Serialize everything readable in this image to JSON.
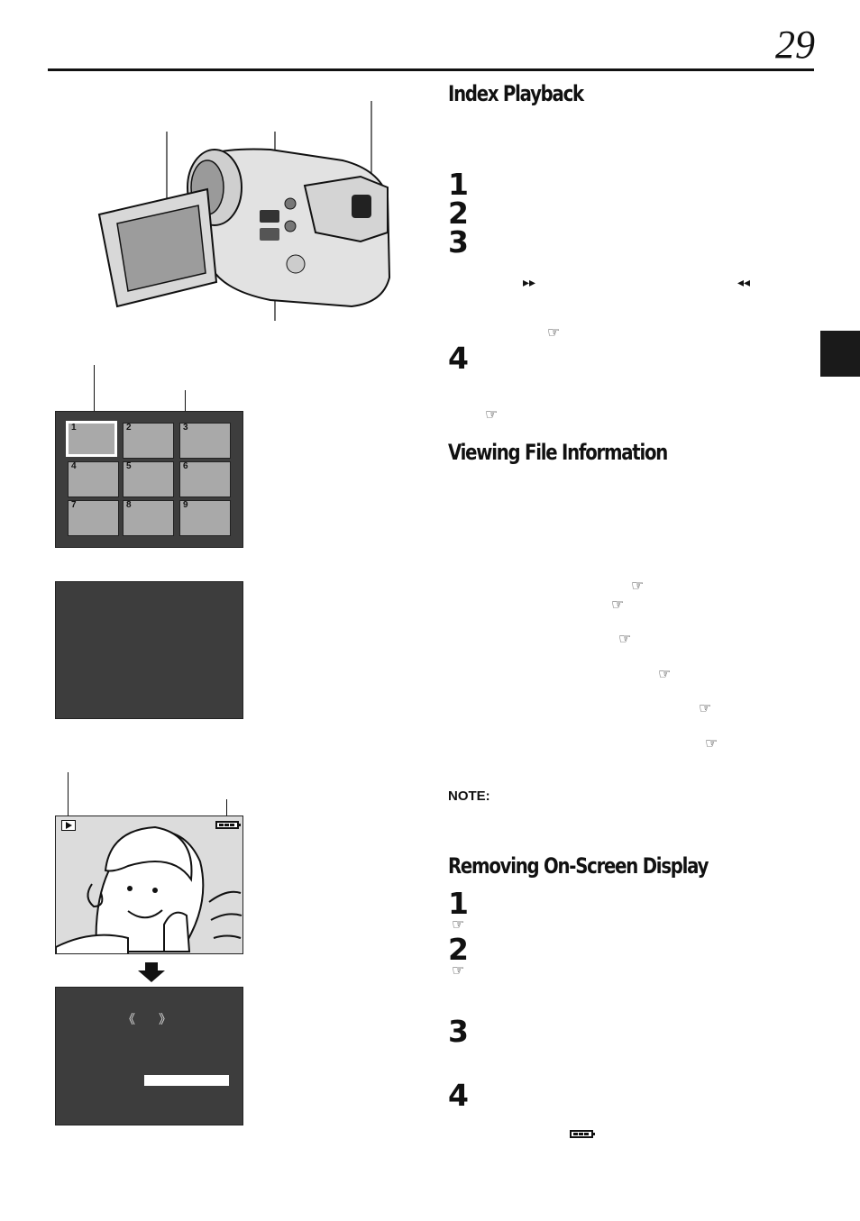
{
  "page": {
    "number": "29"
  },
  "sections": {
    "index_playback": {
      "title": "Index Playback"
    },
    "viewing_file_info": {
      "title": "Viewing File Information"
    },
    "removing_osd": {
      "title": "Removing On-Screen Display"
    }
  },
  "steps": {
    "index": [
      "1",
      "2",
      "3",
      "4"
    ],
    "removing": [
      "1",
      "2",
      "3",
      "4"
    ]
  },
  "note": {
    "label": "NOTE:"
  },
  "icons": {
    "reference": "☞",
    "fast_forward": "▸▸",
    "rewind": "◂◂",
    "left_chevron": "《",
    "right_chevron": "》"
  },
  "index_thumbs": [
    "1",
    "2",
    "3",
    "4",
    "5",
    "6",
    "7",
    "8",
    "9"
  ],
  "colors": {
    "screen_bg": "#3d3d3d",
    "thumb_bg": "#a9a9a9",
    "text": "#111111"
  }
}
